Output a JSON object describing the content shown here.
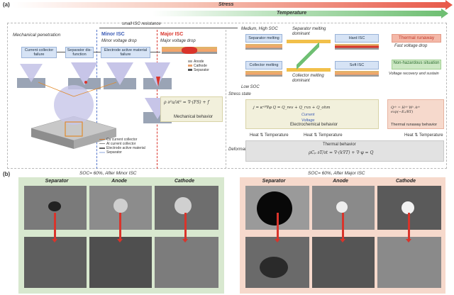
{
  "panel_a": {
    "label": "(a)",
    "stress": "Stress",
    "temperature": "Temperature",
    "small_isc_resistance": "small ISC resistance",
    "mechanical_penetration": "Mechanical penetration",
    "minor_isc": "Minor ISC",
    "minor_voltage_drop": "Minor voltage drop",
    "major_isc": "Major ISC",
    "major_voltage_drop": "Major voltage drop",
    "boxes": {
      "current_collector_failure": "Current collector failure",
      "separator_disfunction": "Separator dis-function",
      "electrode_failure": "Electrode active material failure"
    },
    "legend_small": [
      "Anode",
      "Cathode",
      "Separator"
    ],
    "legend_layers": [
      "Cu current collector",
      "Al current collector",
      "Electrode active material",
      "Separator"
    ],
    "medium_high_soc": "Medium, High SOC",
    "low_soc": "Low SOC",
    "separator_melting": "Separator melting",
    "collector_melting": "Collector melting",
    "separator_melting_dominant": "Separator melting dominant",
    "collector_melting_dominant": "Collector melting dominant",
    "hard_isc": "Hard ISC",
    "soft_isc": "Soft ISC",
    "thermal_runaway": "Thermal runaway",
    "fast_voltage_drop": "Fast voltage drop",
    "non_hazardous": "Non-hazardous situation",
    "voltage_recovery": "Voltage recovery and sustain",
    "stress_state": "Stress state",
    "deformation": "Deformation",
    "mechanical_behavior": "Mechanical behavior",
    "electrochemical_behavior": "Electrochemical behavior",
    "thermal_behavior": "Thermal behavior",
    "thermal_runaway_behavior": "Thermal runaway behavior",
    "current": "Current",
    "voltage": "Voltage",
    "heat": "Heat",
    "temperature_small": "Temperature"
  },
  "panel_b": {
    "label": "(b)",
    "left_title": "SOC= 60%,  After Minor ISC",
    "right_title": "SOC= 60%, After Major ISC",
    "columns": [
      "Separator",
      "Anode",
      "Cathode"
    ]
  },
  "colors": {
    "stress_bar": "#e85a4a",
    "temperature_bar": "#6fbf73",
    "left_panel_bg": "#d8e8cf",
    "right_panel_bg": "#f6d9cc",
    "thermal_runaway_bg": "#f4b8a8",
    "non_hazardous_bg": "#cde8c4"
  }
}
